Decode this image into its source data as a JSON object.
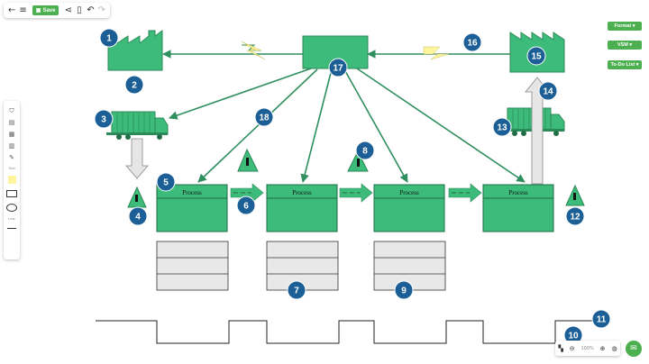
{
  "toolbar": {
    "back_icon": "arrow-left-icon",
    "menu_icon": "hamburger-icon",
    "save_label": "Save",
    "share_icon": "share-icon",
    "delete_icon": "trash-icon",
    "undo_icon": "undo-icon",
    "redo_icon": "redo-icon"
  },
  "right_menu": {
    "items": [
      {
        "label": "Format"
      },
      {
        "label": "VSM"
      },
      {
        "label": "To-Do List"
      }
    ]
  },
  "sidebar": {
    "text_label": "Text",
    "line_label": "Line"
  },
  "zoom": {
    "value": "100%"
  },
  "diagram": {
    "colors": {
      "green": "#3dbb7a",
      "dark_green": "#1f7a4a",
      "marker_blue": "#1b5f96",
      "yellow": "#fff59d"
    },
    "processes": [
      {
        "label": "Process"
      },
      {
        "label": "Process"
      },
      {
        "label": "Process"
      },
      {
        "label": "Process"
      }
    ],
    "markers": [
      "1",
      "2",
      "3",
      "4",
      "5",
      "6",
      "7",
      "8",
      "9",
      "10",
      "11",
      "12",
      "13",
      "14",
      "15",
      "16",
      "17",
      "18"
    ]
  }
}
